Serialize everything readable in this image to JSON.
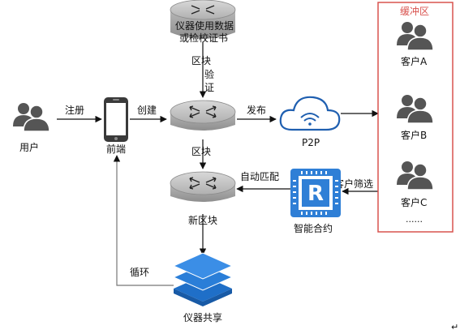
{
  "nodes": {
    "user": {
      "label": "用户",
      "icon": "users-icon"
    },
    "frontend": {
      "label": "前端",
      "icon": "smartphone-icon"
    },
    "cert_router": {
      "line1": "仪器使用数据",
      "line2": "或检校证书",
      "icon": "router-icon"
    },
    "main_router": {
      "icon": "router-icon"
    },
    "p2p": {
      "label": "P2P",
      "icon": "cloud-wifi-icon"
    },
    "new_block": {
      "label": "新区块",
      "icon": "router-icon"
    },
    "smart_contract": {
      "label": "智能合约",
      "icon": "chip-r-icon"
    },
    "instrument_share": {
      "label": "仪器共享",
      "icon": "stacked-layers-icon"
    }
  },
  "buffer": {
    "title": "缓冲区",
    "clients": [
      {
        "label": "客户A",
        "icon": "users-icon"
      },
      {
        "label": "客户B",
        "icon": "users-icon"
      },
      {
        "label": "客户C",
        "icon": "users-icon"
      }
    ],
    "more": "......"
  },
  "edges": {
    "register": "注册",
    "create": "创建",
    "publish": "发布",
    "block_verify_1": "区块",
    "block_verify_2": "验",
    "block_verify_3": "证",
    "block_down": "区块",
    "auto_match": "自动匹配",
    "client_filter": "客户筛选",
    "loop": "循环"
  },
  "colors": {
    "router_fill": "#a9a9a9",
    "chip_blue": "#2f7fd6",
    "stack_blue": "#1f6fc8",
    "buffer_border": "#d9534f",
    "buffer_title": "#d9534f",
    "icon_gray": "#555555"
  },
  "footer_mark": "↵"
}
